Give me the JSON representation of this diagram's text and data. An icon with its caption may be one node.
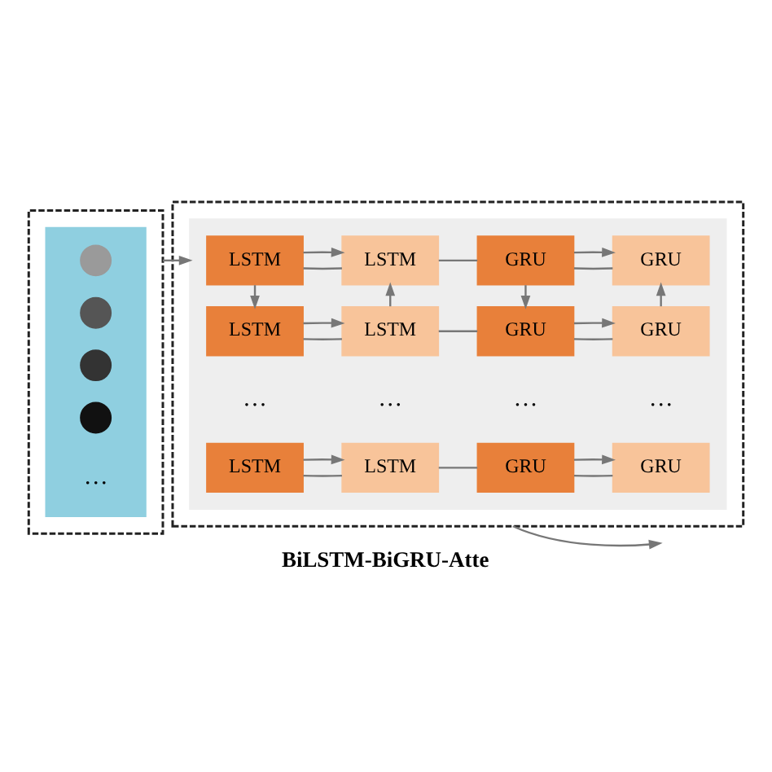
{
  "diagram": {
    "caption": "BiLSTM-BiGRU-Atte",
    "nodes": [
      {
        "text": [],
        "shape": "box"
      },
      {
        "text": [],
        "shape": "box",
        "in": 0
      },
      {
        "text": [],
        "shape": "circle",
        "in": 1
      },
      {
        "text": [],
        "shape": "circle",
        "in": 1
      },
      {
        "text": [],
        "shape": "circle",
        "in": 1
      },
      {
        "text": [],
        "shape": "circle",
        "in": 1
      },
      {
        "text": [],
        "shape": "box"
      },
      {
        "text": [],
        "shape": "box",
        "in": 6
      },
      {
        "text": [
          "LSTM"
        ],
        "in": 7
      },
      {
        "text": [
          "LSTM"
        ],
        "in": 7
      },
      {
        "text": [
          "GRU"
        ],
        "in": 7
      },
      {
        "text": [
          "GRU"
        ],
        "in": 7
      },
      {
        "text": [
          "LSTM"
        ],
        "in": 7
      },
      {
        "text": [
          "LSTM"
        ],
        "in": 7
      },
      {
        "text": [
          "GRU"
        ],
        "in": 7
      },
      {
        "text": [
          "GRU"
        ],
        "in": 7
      },
      {
        "text": [
          "LSTM"
        ],
        "in": 7
      },
      {
        "text": [
          "LSTM"
        ],
        "in": 7
      },
      {
        "text": [
          "GRU"
        ],
        "in": 7
      },
      {
        "text": [
          "GRU"
        ],
        "in": 7
      }
    ],
    "edges": [
      {
        "from": 0,
        "to": 7,
        "arrow": "to"
      },
      {
        "from": 8,
        "to": 9,
        "arrow": "none"
      },
      {
        "from": 8,
        "to": 9,
        "arrow": "to"
      },
      {
        "from": 9,
        "to": 10,
        "arrow": "none"
      },
      {
        "from": 10,
        "to": 11,
        "arrow": "none"
      },
      {
        "from": 10,
        "to": 11,
        "arrow": "to"
      },
      {
        "from": 12,
        "to": 13,
        "arrow": "none"
      },
      {
        "from": 12,
        "to": 13,
        "arrow": "to"
      },
      {
        "from": 13,
        "to": 14,
        "arrow": "none"
      },
      {
        "from": 14,
        "to": 15,
        "arrow": "none"
      },
      {
        "from": 14,
        "to": 15,
        "arrow": "to"
      },
      {
        "from": 16,
        "to": 17,
        "arrow": "none"
      },
      {
        "from": 16,
        "to": 17,
        "arrow": "to"
      },
      {
        "from": 17,
        "to": 18,
        "arrow": "none"
      },
      {
        "from": 18,
        "to": 19,
        "arrow": "none"
      },
      {
        "from": 18,
        "to": 19,
        "arrow": "to"
      },
      {
        "from": 8,
        "to": 12,
        "arrow": "to"
      },
      {
        "from": 13,
        "to": 9,
        "arrow": "to"
      },
      {
        "from": 10,
        "to": 14,
        "arrow": "to"
      },
      {
        "from": 15,
        "to": 11,
        "arrow": "to"
      },
      {
        "from": 6,
        "to": null,
        "arrow": "to"
      }
    ],
    "labels": [
      "…",
      "…",
      "…",
      "…",
      "…"
    ]
  }
}
